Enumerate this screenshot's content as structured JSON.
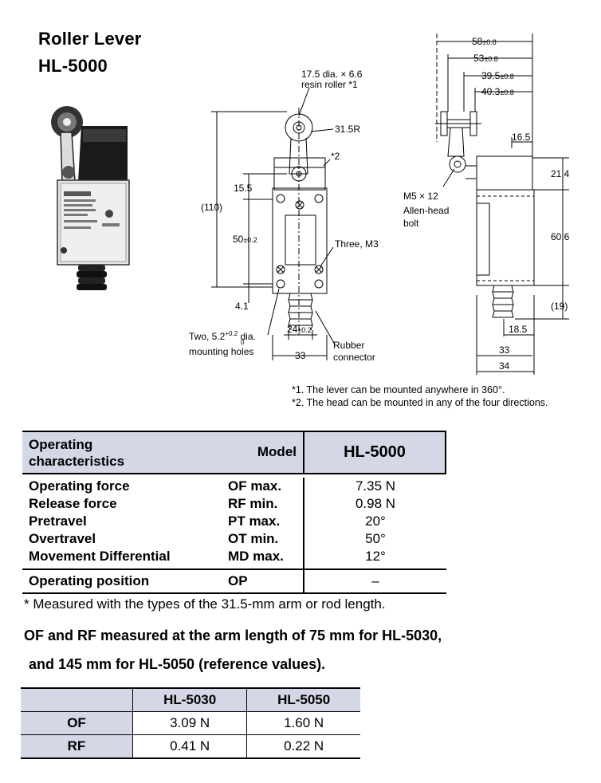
{
  "header": {
    "title": "Roller Lever",
    "model": "HL-5000"
  },
  "drawing": {
    "roller_label_1": "17.5 dia. × 6.6",
    "roller_label_2": "resin roller *1",
    "r315": "31.5R",
    "star2": "*2",
    "d110": "(110)",
    "d155": "15.5",
    "d50": "50",
    "d50_tol": "±0.2",
    "three_m3": "Three, M3",
    "d41": "4.1",
    "two_holes_1": "Two, 5.2",
    "two_holes_sup": "+0.2",
    "two_holes_sub": "0",
    "two_holes_2": " dia.",
    "two_holes_3": "mounting holes",
    "d24": "24",
    "d24_tol": "±0.2",
    "d33": "33",
    "rubber_1": "Rubber",
    "rubber_2": "connector",
    "d58": "58",
    "d58_tol": "±0.8",
    "d53": "53",
    "d53_tol": "±0.8",
    "d395": "39.5",
    "d395_tol": "±0.8",
    "d403": "40.3",
    "d403_tol": "±0.8",
    "d165": "16.5",
    "d214": "21.4",
    "m5_1": "M5 × 12",
    "m5_2": "Allen-head",
    "m5_3": "bolt",
    "d606": "60.6",
    "d19": "(19)",
    "d185": "18.5",
    "d33b": "33",
    "d34": "34",
    "fn1": "*1. The lever can be mounted anywhere in 360°.",
    "fn2": "*2. The head can be mounted in any of the four directions."
  },
  "characteristics": {
    "header_label_1": "Operating",
    "header_label_2": "characteristics",
    "model_label": "Model",
    "model_value": "HL-5000",
    "rows": [
      {
        "name": "Operating force",
        "code": "OF max.",
        "value": "7.35 N"
      },
      {
        "name": "Release force",
        "code": "RF min.",
        "value": "0.98 N"
      },
      {
        "name": "Pretravel",
        "code": "PT max.",
        "value": "20°"
      },
      {
        "name": "Overtravel",
        "code": "OT min.",
        "value": "50°"
      },
      {
        "name": "Movement Differential",
        "code": "MD max.",
        "value": "12°"
      }
    ],
    "op_row": {
      "name": "Operating position",
      "code": "OP",
      "value": "–"
    }
  },
  "notes": {
    "measured": "* Measured with the types of the 31.5-mm arm or rod length.",
    "bold_1": "OF and RF measured at the arm length of 75 mm for HL-5030,",
    "bold_2": "and 145 mm for HL-5050 (reference values)."
  },
  "reference_table": {
    "columns": [
      "",
      "HL-5030",
      "HL-5050"
    ],
    "rows": [
      {
        "label": "OF",
        "values": [
          "3.09 N",
          "1.60 N"
        ]
      },
      {
        "label": "RF",
        "values": [
          "0.41 N",
          "0.22 N"
        ]
      }
    ]
  }
}
